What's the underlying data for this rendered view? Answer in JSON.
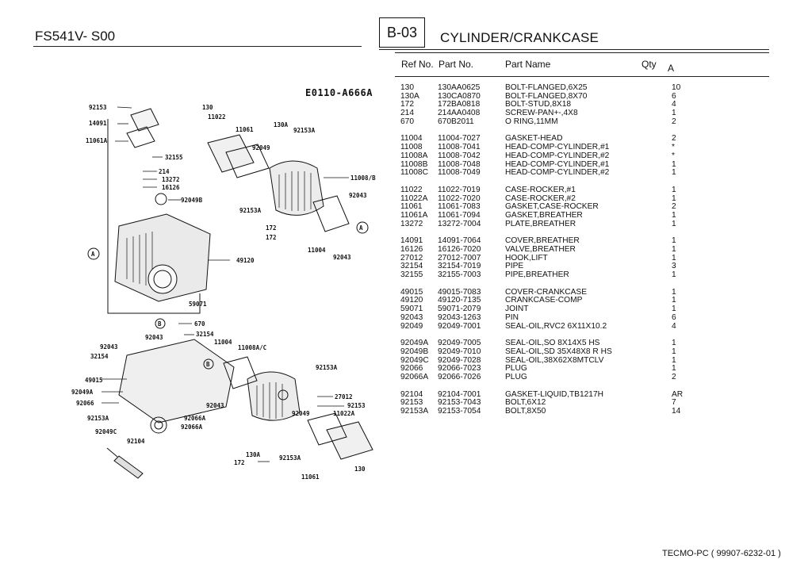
{
  "header": {
    "model": "FS541V- S00",
    "section_code": "B-03",
    "section_title": "CYLINDER/CRANKCASE"
  },
  "table_header": {
    "ref_no": "Ref No.",
    "part_no": "Part No.",
    "part_name": "Part Name",
    "qty": "Qty",
    "qty_col": "A"
  },
  "diagram": {
    "code": "E0110-A666A",
    "labels": [
      "92153",
      "130",
      "11022",
      "14091",
      "11061",
      "130A",
      "92153A",
      "11061A",
      "92049",
      "32155",
      "214",
      "13272",
      "16126",
      "92049B",
      "11008/B",
      "92043",
      "92153A",
      "172",
      "A",
      "172",
      "11004",
      "92043",
      "49120",
      "59071",
      "B",
      "670",
      "32154",
      "92043",
      "11004",
      "92043",
      "11008A/C",
      "32154",
      "B",
      "92153A",
      "49015",
      "92049A",
      "27012",
      "92066",
      "92153",
      "92043",
      "92049",
      "11022A",
      "92153A",
      "92066A",
      "92066A",
      "92049C",
      "92104",
      "130A",
      "172",
      "92153A",
      "130",
      "11061",
      "A"
    ]
  },
  "parts": [
    [
      {
        "ref": "130",
        "pn": "130AA0625",
        "name": "BOLT-FLANGED,6X25",
        "qty": "10"
      },
      {
        "ref": "130A",
        "pn": "130CA0870",
        "name": "BOLT-FLANGED,8X70",
        "qty": "6"
      },
      {
        "ref": "172",
        "pn": "172BA0818",
        "name": "BOLT-STUD,8X18",
        "qty": "4"
      },
      {
        "ref": "214",
        "pn": "214AA0408",
        "name": "SCREW-PAN+-,4X8",
        "qty": "1"
      },
      {
        "ref": "670",
        "pn": "670B2011",
        "name": "O RING,11MM",
        "qty": "2"
      }
    ],
    [
      {
        "ref": "11004",
        "pn": "11004-7027",
        "name": "GASKET-HEAD",
        "qty": "2"
      },
      {
        "ref": "11008",
        "pn": "11008-7041",
        "name": "HEAD-COMP-CYLINDER,#1",
        "qty": "*"
      },
      {
        "ref": "11008A",
        "pn": "11008-7042",
        "name": "HEAD-COMP-CYLINDER,#2",
        "qty": "*"
      },
      {
        "ref": "11008B",
        "pn": "11008-7048",
        "name": "HEAD-COMP-CYLINDER,#1",
        "qty": "1"
      },
      {
        "ref": "11008C",
        "pn": "11008-7049",
        "name": "HEAD-COMP-CYLINDER,#2",
        "qty": "1"
      }
    ],
    [
      {
        "ref": "11022",
        "pn": "11022-7019",
        "name": "CASE-ROCKER,#1",
        "qty": "1"
      },
      {
        "ref": "11022A",
        "pn": "11022-7020",
        "name": "CASE-ROCKER,#2",
        "qty": "1"
      },
      {
        "ref": "11061",
        "pn": "11061-7083",
        "name": "GASKET,CASE-ROCKER",
        "qty": "2"
      },
      {
        "ref": "11061A",
        "pn": "11061-7094",
        "name": "GASKET,BREATHER",
        "qty": "1"
      },
      {
        "ref": "13272",
        "pn": "13272-7004",
        "name": "PLATE,BREATHER",
        "qty": "1"
      }
    ],
    [
      {
        "ref": "14091",
        "pn": "14091-7064",
        "name": "COVER,BREATHER",
        "qty": "1"
      },
      {
        "ref": "16126",
        "pn": "16126-7020",
        "name": "VALVE,BREATHER",
        "qty": "1"
      },
      {
        "ref": "27012",
        "pn": "27012-7007",
        "name": "HOOK,LIFT",
        "qty": "1"
      },
      {
        "ref": "32154",
        "pn": "32154-7019",
        "name": "PIPE",
        "qty": "3"
      },
      {
        "ref": "32155",
        "pn": "32155-7003",
        "name": "PIPE,BREATHER",
        "qty": "1"
      }
    ],
    [
      {
        "ref": "49015",
        "pn": "49015-7083",
        "name": "COVER-CRANKCASE",
        "qty": "1"
      },
      {
        "ref": "49120",
        "pn": "49120-7135",
        "name": "CRANKCASE-COMP",
        "qty": "1"
      },
      {
        "ref": "59071",
        "pn": "59071-2079",
        "name": "JOINT",
        "qty": "1"
      },
      {
        "ref": "92043",
        "pn": "92043-1263",
        "name": "PIN",
        "qty": "6"
      },
      {
        "ref": "92049",
        "pn": "92049-7001",
        "name": "SEAL-OIL,RVC2 6X11X10.2",
        "qty": "4"
      }
    ],
    [
      {
        "ref": "92049A",
        "pn": "92049-7005",
        "name": "SEAL-OIL,SO 8X14X5 HS",
        "qty": "1"
      },
      {
        "ref": "92049B",
        "pn": "92049-7010",
        "name": "SEAL-OIL,SD 35X48X8 R HS",
        "qty": "1"
      },
      {
        "ref": "92049C",
        "pn": "92049-7028",
        "name": "SEAL-OIL,38X62X8MTCLV",
        "qty": "1"
      },
      {
        "ref": "92066",
        "pn": "92066-7023",
        "name": "PLUG",
        "qty": "1"
      },
      {
        "ref": "92066A",
        "pn": "92066-7026",
        "name": "PLUG",
        "qty": "2"
      }
    ],
    [
      {
        "ref": "92104",
        "pn": "92104-7001",
        "name": "GASKET-LIQUID,TB1217H",
        "qty": "AR"
      },
      {
        "ref": "92153",
        "pn": "92153-7043",
        "name": "BOLT,6X12",
        "qty": "7"
      },
      {
        "ref": "92153A",
        "pn": "92153-7054",
        "name": "BOLT,8X50",
        "qty": "14"
      }
    ]
  ],
  "footer": "TECMO-PC ( 99907-6232-01 )"
}
